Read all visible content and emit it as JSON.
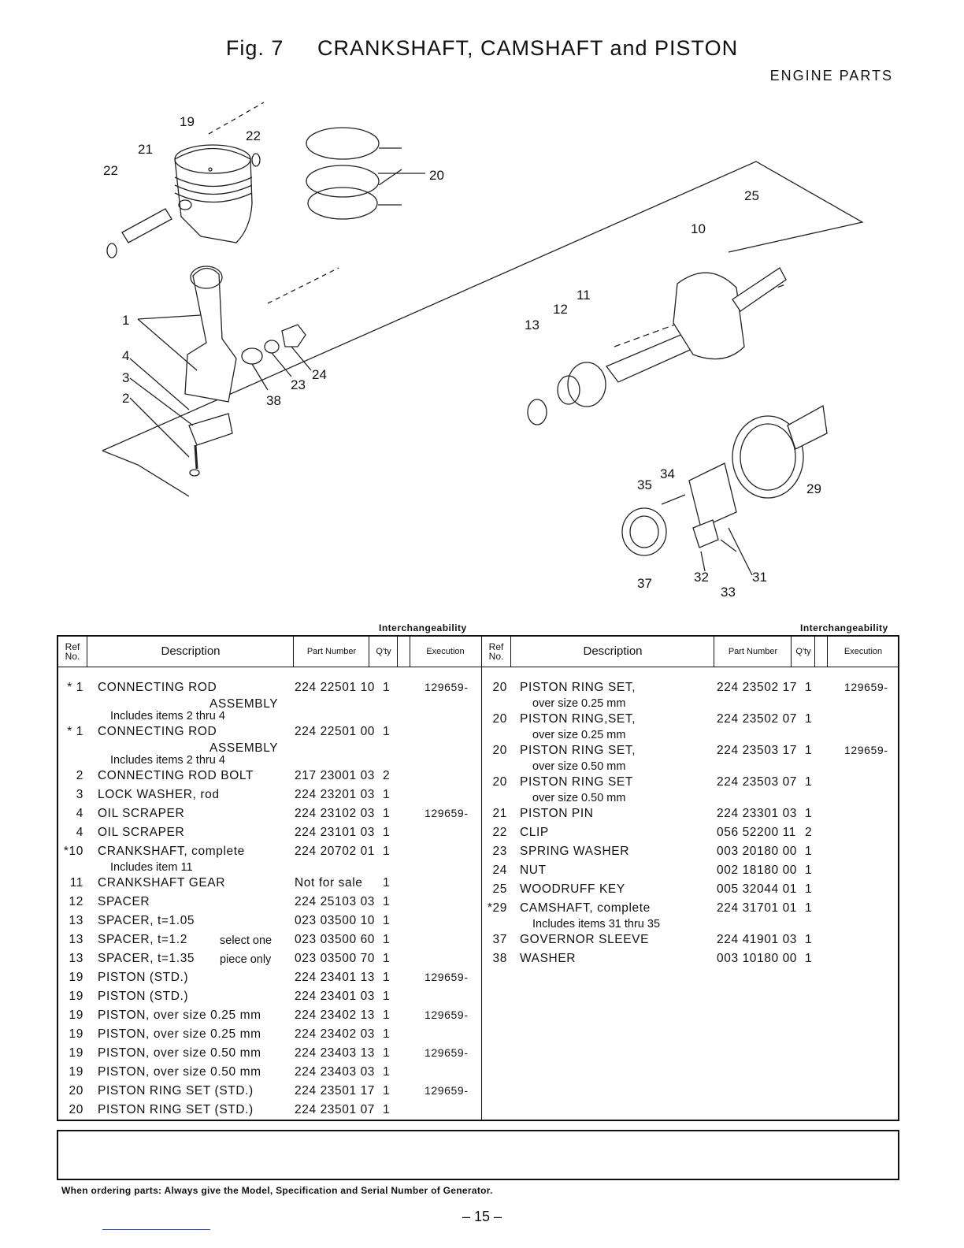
{
  "header": {
    "fig": "Fig. 7",
    "title": "CRANKSHAFT, CAMSHAFT and PISTON",
    "subtitle": "ENGINE PARTS"
  },
  "callouts": [
    "19",
    "21",
    "22",
    "22",
    "20",
    "25",
    "10",
    "11",
    "12",
    "13",
    "1",
    "4",
    "3",
    "2",
    "24",
    "23",
    "38",
    "34",
    "35",
    "29",
    "37",
    "32",
    "31",
    "33"
  ],
  "table_header": {
    "interchangeability": "Interchangeability",
    "ref_no": "Ref No.",
    "description": "Description",
    "part_number": "Part Number",
    "qty": "Q'ty",
    "execution": "Execution"
  },
  "left_rows": [
    {
      "ref": "* 1",
      "desc": "CONNECTING ROD",
      "part": "224 22501 10",
      "qty": "1",
      "exec": "129659-",
      "sub1": "ASSEMBLY",
      "sub2": "Includes items 2 thru 4"
    },
    {
      "ref": "* 1",
      "desc": "CONNECTING ROD",
      "part": "224 22501 00",
      "qty": "1",
      "exec": "",
      "sub1": "ASSEMBLY",
      "sub2": "Includes items 2 thru 4"
    },
    {
      "ref": "2",
      "desc": "CONNECTING ROD BOLT",
      "part": "217 23001 03",
      "qty": "2",
      "exec": ""
    },
    {
      "ref": "3",
      "desc": "LOCK WASHER, rod",
      "part": "224 23201 03",
      "qty": "1",
      "exec": ""
    },
    {
      "ref": "4",
      "desc": "OIL SCRAPER",
      "part": "224 23102 03",
      "qty": "1",
      "exec": "129659-"
    },
    {
      "ref": "4",
      "desc": "OIL SCRAPER",
      "part": "224 23101 03",
      "qty": "1",
      "exec": ""
    },
    {
      "ref": "*10",
      "desc": "CRANKSHAFT, complete",
      "part": "224 20702 01",
      "qty": "1",
      "exec": "",
      "sub2": "Includes item 11"
    },
    {
      "ref": "11",
      "desc": "CRANKSHAFT GEAR",
      "part": "Not for sale",
      "qty": "1",
      "exec": ""
    },
    {
      "ref": "12",
      "desc": "SPACER",
      "part": "224 25103 03",
      "qty": "1",
      "exec": ""
    },
    {
      "ref": "13",
      "desc": "SPACER, t=1.05",
      "part": "023 03500 10",
      "qty": "1",
      "exec": ""
    },
    {
      "ref": "13",
      "desc": "SPACER, t=1.2",
      "part": "023 03500 60",
      "qty": "1",
      "exec": ""
    },
    {
      "ref": "13",
      "desc": "SPACER, t=1.35",
      "part": "023 03500 70",
      "qty": "1",
      "exec": ""
    },
    {
      "ref": "19",
      "desc": "PISTON (STD.)",
      "part": "224 23401 13",
      "qty": "1",
      "exec": "129659-"
    },
    {
      "ref": "19",
      "desc": "PISTON (STD.)",
      "part": "224 23401 03",
      "qty": "1",
      "exec": ""
    },
    {
      "ref": "19",
      "desc": "PISTON, over size 0.25 mm",
      "part": "224 23402 13",
      "qty": "1",
      "exec": "129659-"
    },
    {
      "ref": "19",
      "desc": "PISTON, over size 0.25 mm",
      "part": "224 23402 03",
      "qty": "1",
      "exec": ""
    },
    {
      "ref": "19",
      "desc": "PISTON, over size 0.50 mm",
      "part": "224 23403 13",
      "qty": "1",
      "exec": "129659-"
    },
    {
      "ref": "19",
      "desc": "PISTON, over size 0.50 mm",
      "part": "224 23403 03",
      "qty": "1",
      "exec": ""
    },
    {
      "ref": "20",
      "desc": "PISTON RING SET (STD.)",
      "part": "224 23501 17",
      "qty": "1",
      "exec": "129659-"
    },
    {
      "ref": "20",
      "desc": "PISTON RING SET (STD.)",
      "part": "224 23501 07",
      "qty": "1",
      "exec": ""
    }
  ],
  "spacer_note": {
    "line1": "select one",
    "line2": "piece only"
  },
  "right_rows": [
    {
      "ref": "20",
      "desc": "PISTON RING SET,",
      "part": "224 23502 17",
      "qty": "1",
      "exec": "129659-",
      "sub2": "over size 0.25 mm"
    },
    {
      "ref": "20",
      "desc": "PISTON RING,SET,",
      "part": "224 23502 07",
      "qty": "1",
      "exec": "",
      "sub2": "over size 0.25 mm"
    },
    {
      "ref": "20",
      "desc": "PISTON RING SET,",
      "part": "224 23503 17",
      "qty": "1",
      "exec": "129659-",
      "sub2": "over size 0.50 mm"
    },
    {
      "ref": "20",
      "desc": "PISTON RING SET",
      "part": "224 23503 07",
      "qty": "1",
      "exec": "",
      "sub2": "over size 0.50 mm"
    },
    {
      "ref": "21",
      "desc": "PISTON PIN",
      "part": "224 23301 03",
      "qty": "1",
      "exec": ""
    },
    {
      "ref": "22",
      "desc": "CLIP",
      "part": "056 52200 11",
      "qty": "2",
      "exec": ""
    },
    {
      "ref": "23",
      "desc": "SPRING WASHER",
      "part": "003 20180 00",
      "qty": "1",
      "exec": ""
    },
    {
      "ref": "24",
      "desc": "NUT",
      "part": "002 18180 00",
      "qty": "1",
      "exec": ""
    },
    {
      "ref": "25",
      "desc": "WOODRUFF KEY",
      "part": "005 32044 01",
      "qty": "1",
      "exec": ""
    },
    {
      "ref": "*29",
      "desc": "CAMSHAFT, complete",
      "part": "224 31701 01",
      "qty": "1",
      "exec": "",
      "sub2": "Includes items 31 thru 35"
    },
    {
      "ref": "37",
      "desc": "GOVERNOR SLEEVE",
      "part": "224 41901 03",
      "qty": "1",
      "exec": ""
    },
    {
      "ref": "38",
      "desc": "WASHER",
      "part": "003 10180 00",
      "qty": "1",
      "exec": ""
    }
  ],
  "footer": {
    "note": "When ordering parts: Always give the Model, Specification and Serial Number of Generator.",
    "page": "– 15 –"
  }
}
